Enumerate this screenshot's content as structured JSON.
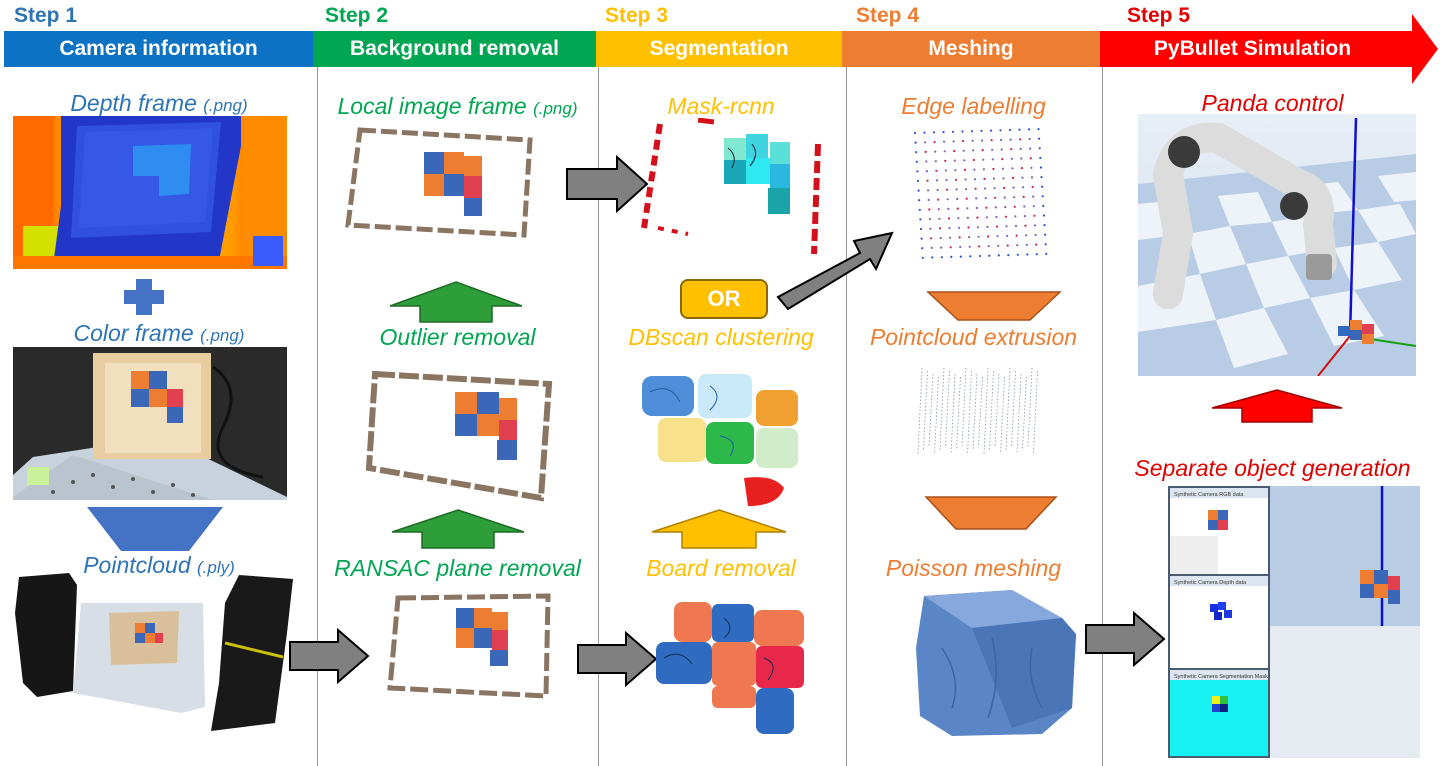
{
  "steps": [
    {
      "label": "Step 1",
      "title": "Camera information",
      "color": "#0b72c4"
    },
    {
      "label": "Step 2",
      "title": "Background removal",
      "color": "#00a651"
    },
    {
      "label": "Step 3",
      "title": "Segmentation",
      "color": "#ffc000"
    },
    {
      "label": "Step 4",
      "title": "Meshing",
      "color": "#ed7d31"
    },
    {
      "label": "Step 5",
      "title": "PyBullet Simulation",
      "color": "#ff0000"
    }
  ],
  "captions": {
    "depth_frame": "Depth frame ",
    "depth_frame_ext": "(.png)",
    "color_frame": "Color frame ",
    "color_frame_ext": "(.png)",
    "pointcloud": "Pointcloud ",
    "pointcloud_ext": "(.ply)",
    "local_image_frame": "Local image frame ",
    "local_image_frame_ext": "(.png)",
    "outlier_removal": "Outlier removal",
    "ransac": "RANSAC plane removal",
    "mask_rcnn": "Mask-rcnn",
    "dbscan": "DBscan clustering",
    "board_removal": "Board removal",
    "edge_labelling": "Edge labelling",
    "pointcloud_extrusion": "Pointcloud extrusion",
    "poisson_meshing": "Poisson meshing",
    "panda_control": "Panda control",
    "separate_object": "Separate object generation"
  },
  "or_label": "OR",
  "sim_panels": {
    "rgb": "Synthetic Camera RGB data",
    "depth": "Synthetic Camera Depth data",
    "seg": "Synthetic Camera Segmentation Mask"
  }
}
